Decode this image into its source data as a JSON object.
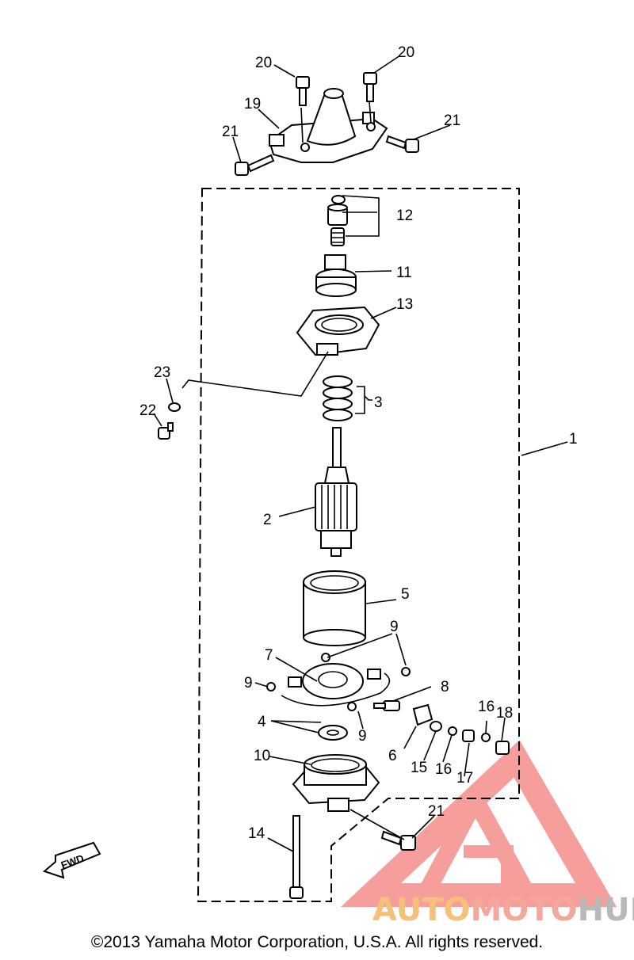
{
  "callouts": {
    "c1": "1",
    "c2": "2",
    "c3": "3",
    "c4": "4",
    "c5": "5",
    "c6": "6",
    "c7": "7",
    "c8": "8",
    "c9a": "9",
    "c9b": "9",
    "c9c": "9",
    "c10": "10",
    "c11": "11",
    "c12": "12",
    "c13": "13",
    "c14": "14",
    "c15": "15",
    "c16a": "16",
    "c16b": "16",
    "c17": "17",
    "c18": "18",
    "c19": "19",
    "c20a": "20",
    "c20b": "20",
    "c21a": "21",
    "c21b": "21",
    "c21c": "21",
    "c22": "22",
    "c23": "23"
  },
  "fwd_arrow": "FWD",
  "watermark": {
    "part1": "AUTO",
    "part2": "MOTO",
    "part3": "HUB",
    "colors": {
      "auto": "#f5c07a",
      "moto": "#f4a79b",
      "hub": "#b9b9b9",
      "logo": "#ef4f4a"
    }
  },
  "copyright": "©2013 Yamaha Motor Corporation, U.S.A. All rights reserved."
}
